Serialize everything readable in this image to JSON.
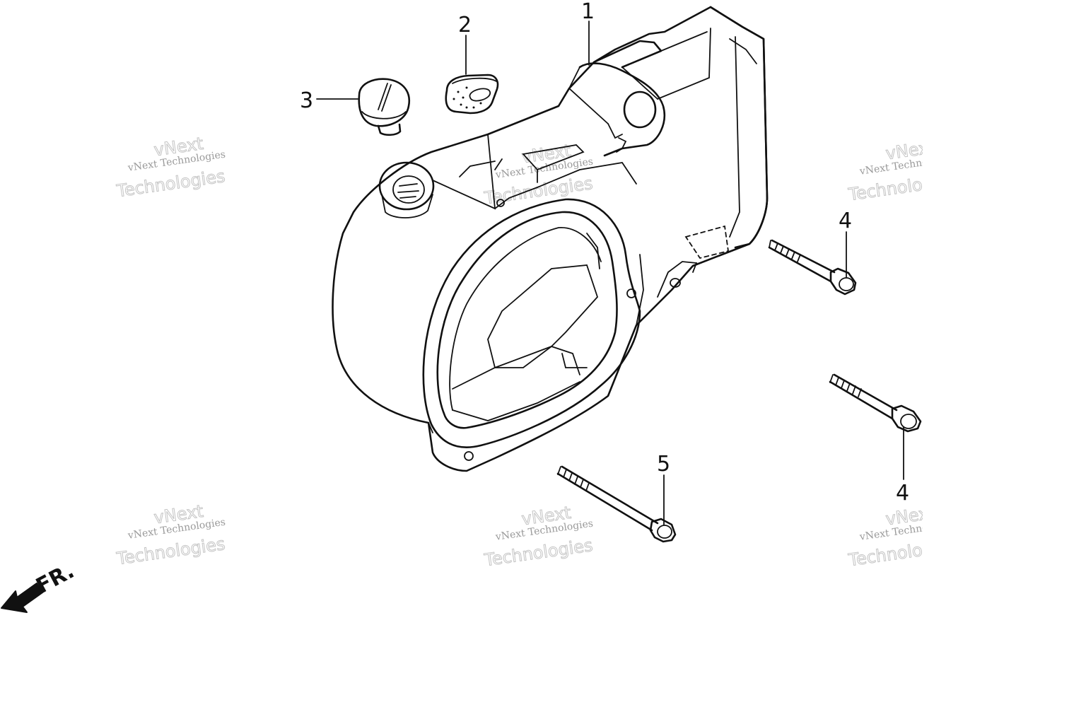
{
  "diagram": {
    "callouts": [
      {
        "id": "part-1",
        "label": "1"
      },
      {
        "id": "part-2",
        "label": "2"
      },
      {
        "id": "part-3",
        "label": "3"
      },
      {
        "id": "part-4a",
        "label": "4"
      },
      {
        "id": "part-4b",
        "label": "4"
      },
      {
        "id": "part-5",
        "label": "5"
      }
    ],
    "direction_label": "FR.",
    "watermark": {
      "line1": "vNext Technologies",
      "line2": "vNext",
      "line3": "Technologies"
    }
  }
}
